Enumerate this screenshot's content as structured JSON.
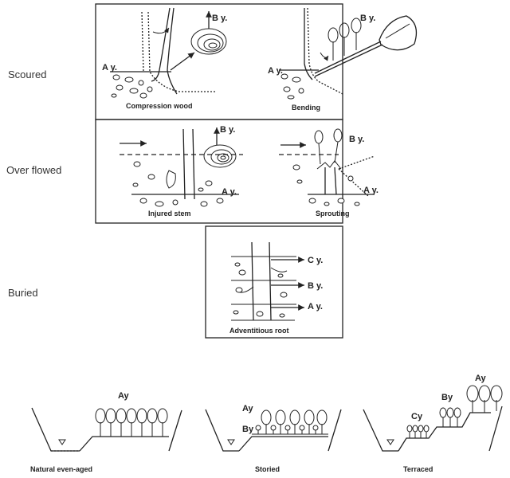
{
  "row_labels": {
    "scoured": "Scoured",
    "overflowed": "Over flowed",
    "buried": "Buried"
  },
  "panels": {
    "compression_wood": {
      "caption": "Compression wood",
      "label_a": "A y.",
      "label_b": "B y."
    },
    "bending": {
      "caption": "Bending",
      "label_a": "A y.",
      "label_b": "B y."
    },
    "injured_stem": {
      "caption": "Injured stem",
      "label_a": "A y.",
      "label_b": "B y."
    },
    "sprouting": {
      "caption": "Sprouting",
      "label_a": "A y.",
      "label_b": "B y."
    },
    "adventitious_root": {
      "caption": "Adventitious root",
      "label_a": "A y.",
      "label_b": "B y.",
      "label_c": "C y."
    }
  },
  "stands": {
    "natural": {
      "caption": "Natural even-aged",
      "label_a": "Ay"
    },
    "storied": {
      "caption": "Storied",
      "label_a": "Ay",
      "label_b": "By"
    },
    "terraced": {
      "caption": "Terraced",
      "label_a": "Ay",
      "label_b": "By",
      "label_c": "Cy"
    }
  }
}
